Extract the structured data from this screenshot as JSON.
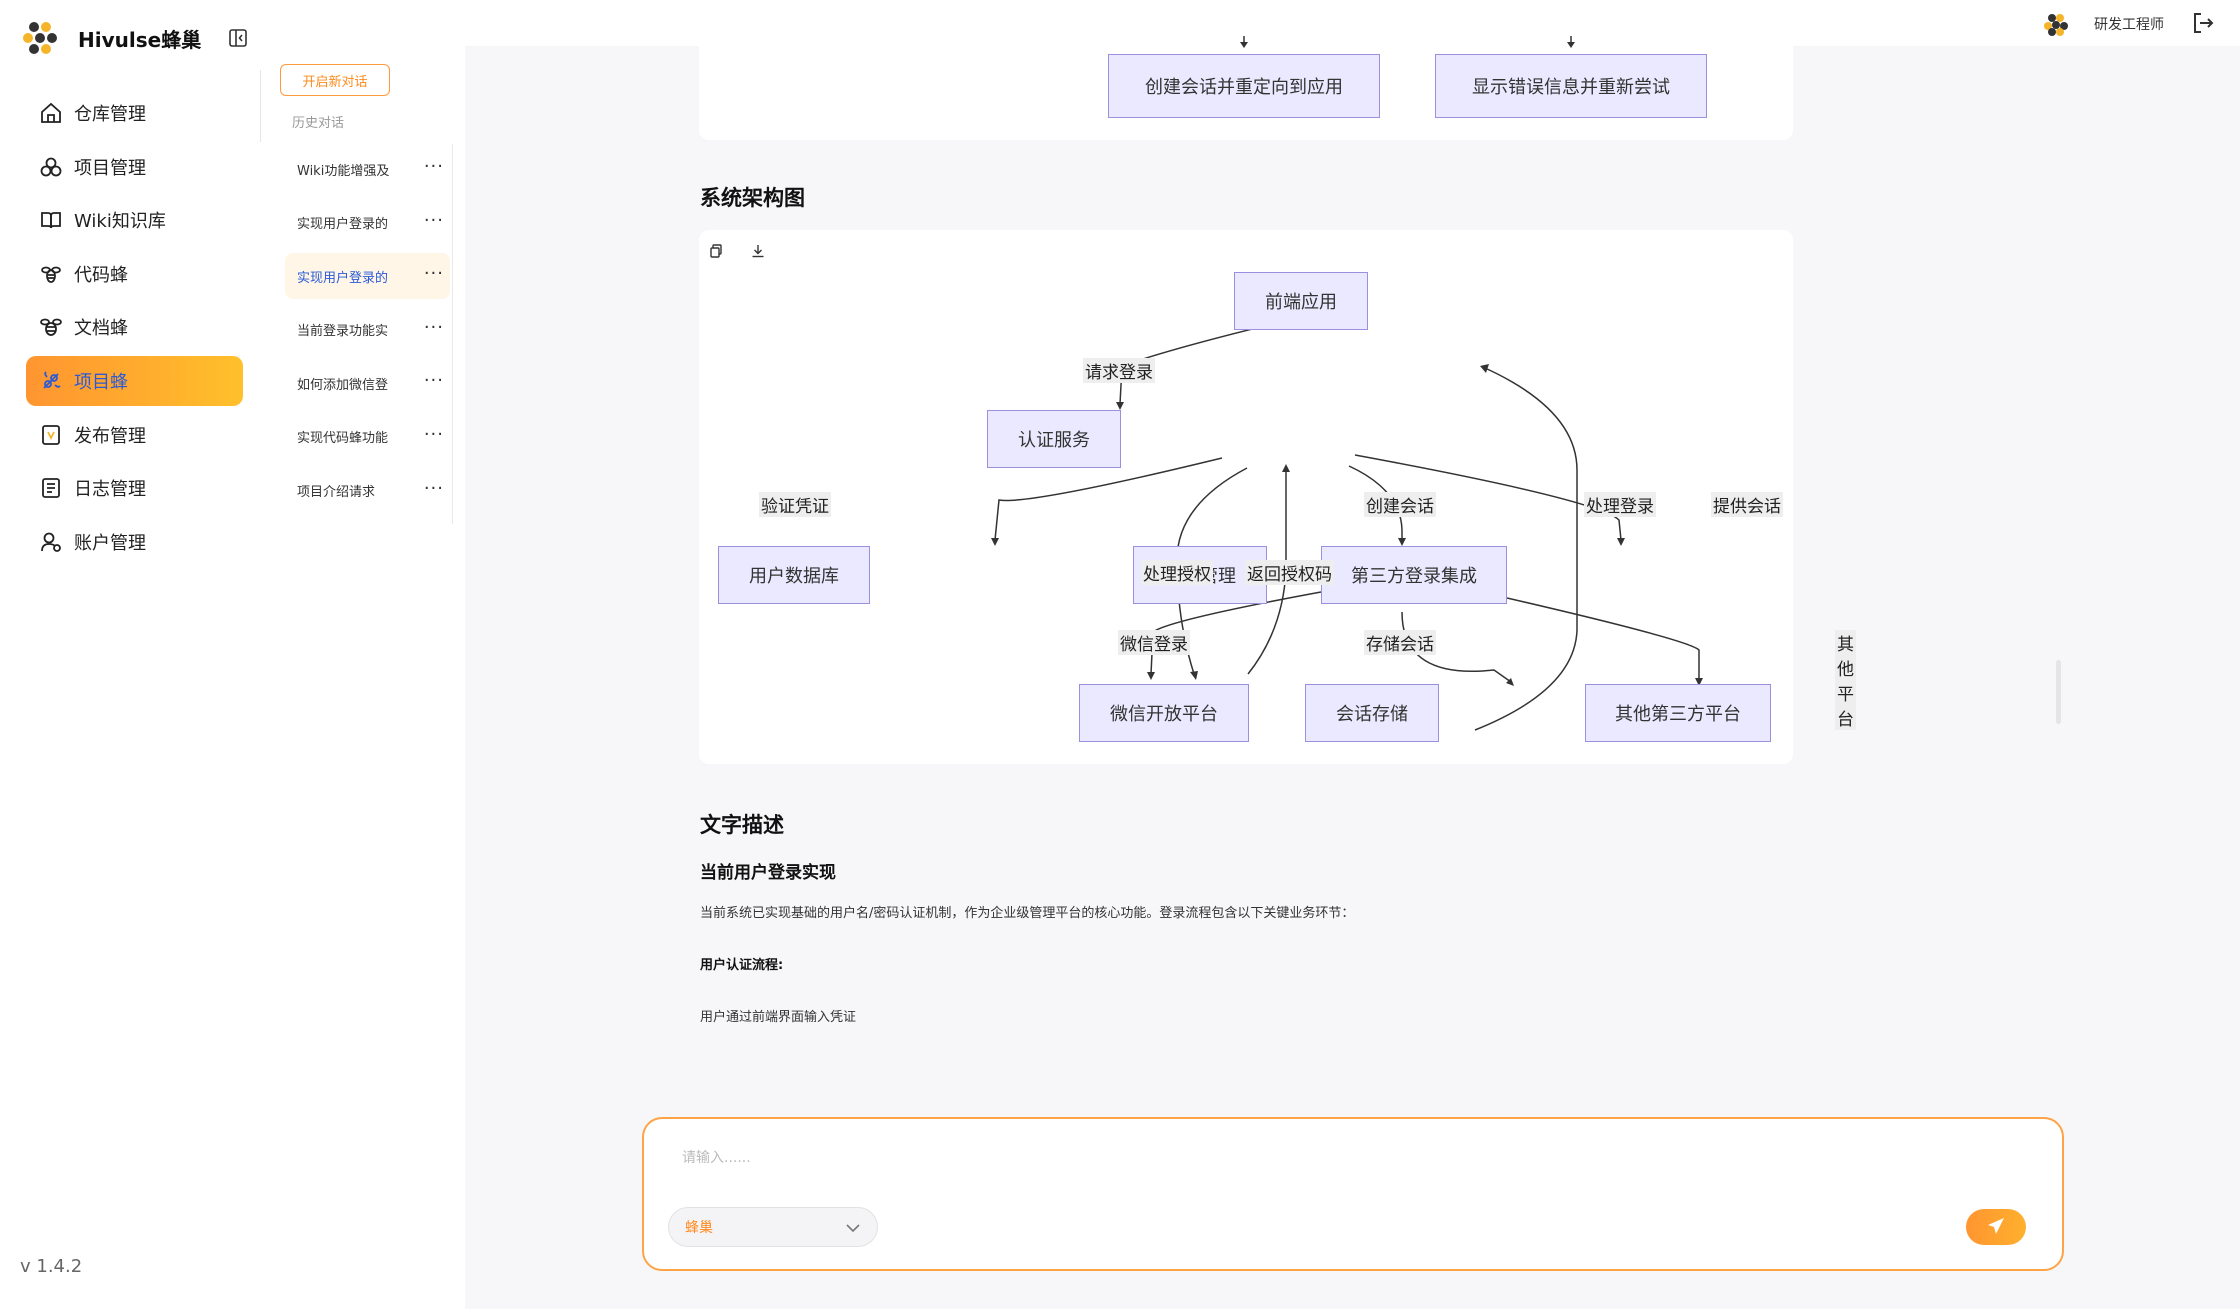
{
  "app": {
    "name": "Hivulse蜂巢",
    "version": "v 1.4.2"
  },
  "sidebar": {
    "items": [
      {
        "label": "仓库管理",
        "icon": "warehouse-icon",
        "active": false
      },
      {
        "label": "项目管理",
        "icon": "project-icon",
        "active": false
      },
      {
        "label": "Wiki知识库",
        "icon": "book-icon",
        "active": false
      },
      {
        "label": "代码蜂",
        "icon": "code-bee-icon",
        "active": false
      },
      {
        "label": "文档蜂",
        "icon": "doc-bee-icon",
        "active": false
      },
      {
        "label": "项目蜂",
        "icon": "project-bee-icon",
        "active": true
      },
      {
        "label": "发布管理",
        "icon": "release-icon",
        "active": false
      },
      {
        "label": "日志管理",
        "icon": "log-icon",
        "active": false
      },
      {
        "label": "账户管理",
        "icon": "account-icon",
        "active": false
      }
    ]
  },
  "history": {
    "new_chat_label": "开启新对话",
    "section_label": "历史对话",
    "items": [
      {
        "label": "Wiki功能增强及",
        "active": false
      },
      {
        "label": "实现用户登录的",
        "active": false
      },
      {
        "label": "实现用户登录的",
        "active": true
      },
      {
        "label": "当前登录功能实",
        "active": false
      },
      {
        "label": "如何添加微信登",
        "active": false
      },
      {
        "label": "实现代码蜂功能",
        "active": false
      },
      {
        "label": "项目介绍请求",
        "active": false
      }
    ],
    "more_label": "···"
  },
  "user": {
    "role": "研发工程师"
  },
  "content": {
    "top_flow": {
      "boxes": [
        "创建会话并重定向到应用",
        "显示错误信息并重新尝试"
      ]
    },
    "arch_title": "系统架构图",
    "arch": {
      "nodes": {
        "frontend": "前端应用",
        "auth": "认证服务",
        "userdb": "用户数据库",
        "session_mgr": "会话管理",
        "third_party": "第三方登录集成",
        "wechat": "微信开放平台",
        "session_store": "会话存储",
        "other_third": "其他第三方平台"
      },
      "edges": {
        "request_login": "请求登录",
        "verify_cred": "验证凭证",
        "handle_auth": "处理授权",
        "return_code": "返回授权码",
        "create_session": "创建会话",
        "handle_login": "处理登录",
        "provide_session": "提供会话",
        "wechat_login": "微信登录",
        "store_session": "存储会话",
        "other_platform": "其他平台"
      }
    },
    "desc_title": "文字描述",
    "desc_h3": "当前用户登录实现",
    "desc_p1": "当前系统已实现基础的用户名/密码认证机制，作为企业级管理平台的核心功能。登录流程包含以下关键业务环节：",
    "desc_strong": "用户认证流程:",
    "desc_p2": "用户通过前端界面输入凭证"
  },
  "chat": {
    "placeholder": "请输入......",
    "model": "蜂巢"
  },
  "colors": {
    "accent": "#ff9530",
    "active_text": "#2a5ad8",
    "node_fill": "#ebe9ff",
    "node_stroke": "#9b8fe0"
  }
}
